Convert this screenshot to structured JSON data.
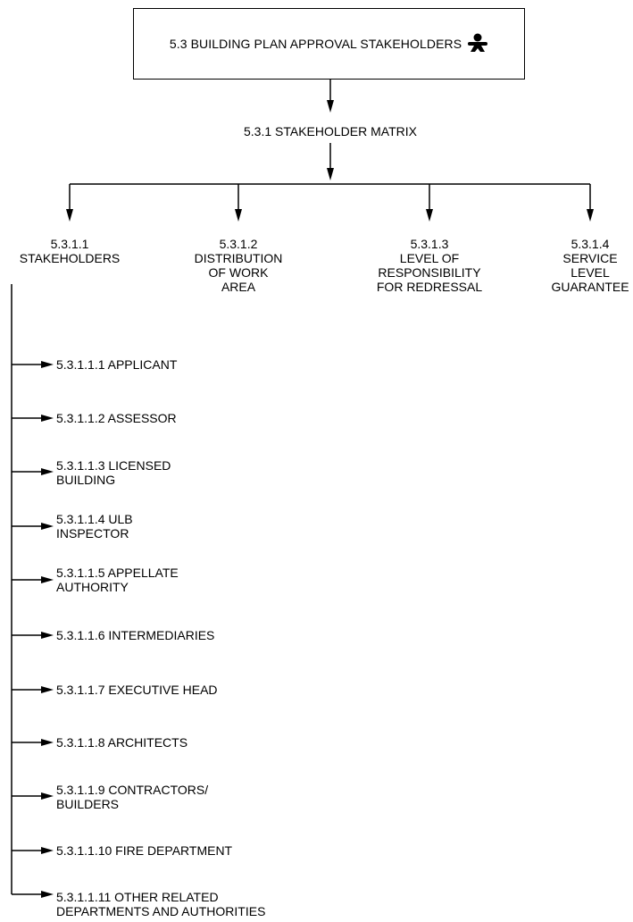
{
  "root": {
    "title": "5.3 BUILDING PLAN APPROVAL STAKEHOLDERS"
  },
  "matrix": {
    "title": "5.3.1 STAKEHOLDER MATRIX"
  },
  "branches": [
    {
      "label": "5.3.1.1\nSTAKEHOLDERS"
    },
    {
      "label": "5.3.1.2\nDISTRIBUTION\nOF WORK\nAREA"
    },
    {
      "label": "5.3.1.3\nLEVEL OF\nRESPONSIBILITY\nFOR REDRESSAL"
    },
    {
      "label": "5.3.1.4\nSERVICE\nLEVEL\nGUARANTEE"
    }
  ],
  "stakeholders": [
    {
      "label": "5.3.1.1.1 APPLICANT"
    },
    {
      "label": "5.3.1.1.2 ASSESSOR"
    },
    {
      "label": "5.3.1.1.3 LICENSED\nBUILDING"
    },
    {
      "label": "5.3.1.1.4 ULB\nINSPECTOR"
    },
    {
      "label": "5.3.1.1.5 APPELLATE\nAUTHORITY"
    },
    {
      "label": "5.3.1.1.6 INTERMEDIARIES"
    },
    {
      "label": "5.3.1.1.7 EXECUTIVE HEAD"
    },
    {
      "label": "5.3.1.1.8 ARCHITECTS"
    },
    {
      "label": "5.3.1.1.9 CONTRACTORS/\nBUILDERS"
    },
    {
      "label": "5.3.1.1.10 FIRE DEPARTMENT"
    },
    {
      "label": "5.3.1.1.11 OTHER RELATED\nDEPARTMENTS AND AUTHORITIES"
    }
  ]
}
